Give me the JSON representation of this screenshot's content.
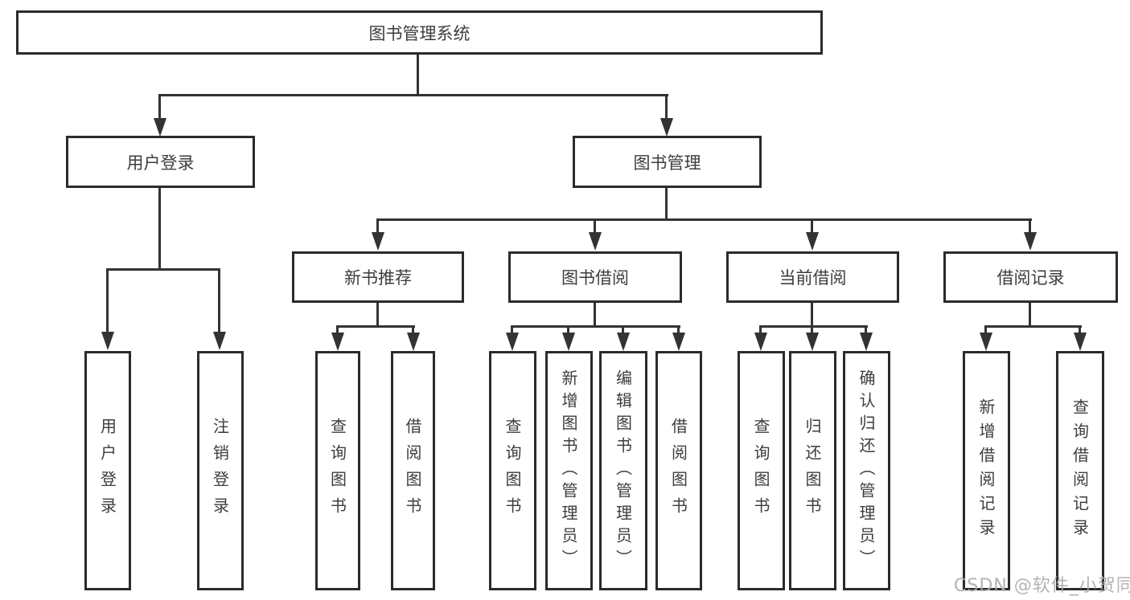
{
  "diagram": {
    "type": "hierarchy-tree",
    "orientation": "top-down"
  },
  "tree": {
    "label": "图书管理系统",
    "children": [
      {
        "label": "用户登录",
        "children": [
          {
            "label": "用户登录"
          },
          {
            "label": "注销登录"
          }
        ]
      },
      {
        "label": "图书管理",
        "children": [
          {
            "label": "新书推荐",
            "children": [
              {
                "label": "查询图书"
              },
              {
                "label": "借阅图书"
              }
            ]
          },
          {
            "label": "图书借阅",
            "children": [
              {
                "label": "查询图书"
              },
              {
                "label": "新增图书（管理员）"
              },
              {
                "label": "编辑图书（管理员）"
              },
              {
                "label": "借阅图书"
              }
            ]
          },
          {
            "label": "当前借阅",
            "children": [
              {
                "label": "查询图书"
              },
              {
                "label": "归还图书"
              },
              {
                "label": "确认归还（管理员）"
              }
            ]
          },
          {
            "label": "借阅记录",
            "children": [
              {
                "label": "新增借阅记录"
              },
              {
                "label": "查询借阅记录"
              }
            ]
          }
        ]
      }
    ]
  },
  "watermark": {
    "text": "CSDN @软件_小贺同学"
  },
  "colors": {
    "background": "#ffffff",
    "line": "#333333",
    "box_border": "#2b2b2b",
    "text": "#3d3d3d",
    "watermark": "#acacac"
  }
}
